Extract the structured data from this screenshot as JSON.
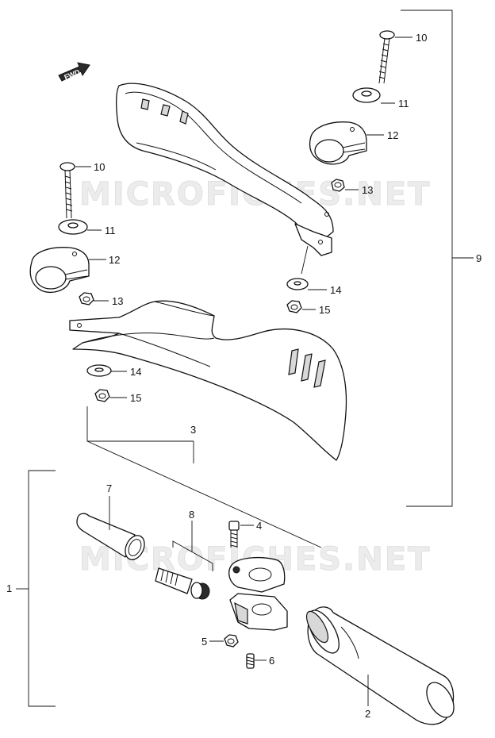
{
  "watermarks": [
    "MICROFICHES.NET",
    "MICROFICHES.NET"
  ],
  "direction_marker": "FWD",
  "callouts": {
    "c1": "1",
    "c2": "2",
    "c3": "3",
    "c4": "4",
    "c5": "5",
    "c6": "6",
    "c7": "7",
    "c8": "8",
    "c9": "9",
    "c10a": "10",
    "c10b": "10",
    "c11a": "11",
    "c11b": "11",
    "c12a": "12",
    "c12b": "12",
    "c13a": "13",
    "c13b": "13",
    "c14a": "14",
    "c14b": "14",
    "c15a": "15",
    "c15b": "15"
  }
}
